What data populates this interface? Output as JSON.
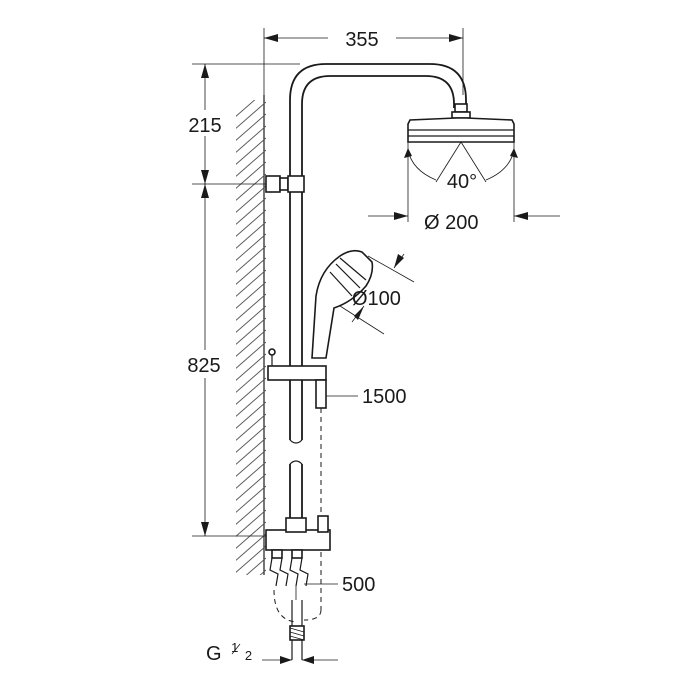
{
  "dimensions": {
    "arm_reach": "355",
    "top_height": "215",
    "rail_height": "825",
    "spray_angle": "40°",
    "head_diameter": "Ø 200",
    "hand_shower_diameter": "Ø100",
    "hose_length": "1500",
    "connection_spacing": "500",
    "thread_main": "G",
    "thread_num": "1",
    "thread_den": "2"
  }
}
